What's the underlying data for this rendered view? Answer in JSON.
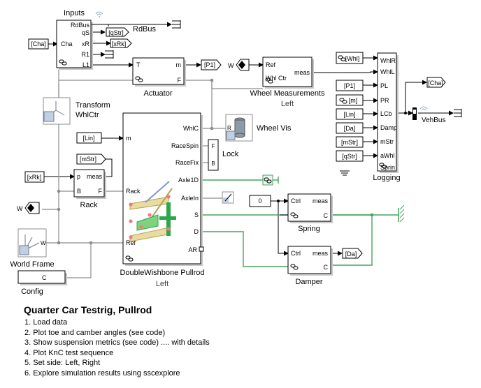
{
  "labels": {
    "inputs": "Inputs",
    "rdbus": "RdBus",
    "actuator": "Actuator",
    "wheel_meas": "Wheel Measurements",
    "wheel_meas_side": "Left",
    "logging": "Logging",
    "transform": "Transform",
    "transform2": "WhlCtr",
    "vehbus": "VehBus",
    "wheel_vis": "Wheel Vis",
    "lock": "Lock",
    "rack": "Rack",
    "world_frame": "World Frame",
    "config": "Config",
    "suspension": "DoubleWishbone Pullrod",
    "suspension_side": "Left",
    "spring": "Spring",
    "damper": "Damper"
  },
  "ports": {
    "inputs_out": [
      "RdBus",
      "qS",
      "xR",
      "R1",
      "L1"
    ],
    "inputs_in": "Cha",
    "actuator_in": "T",
    "actuator_out": [
      "m",
      "F"
    ],
    "wm_in": [
      "Ref",
      "Whl Ctr"
    ],
    "wm_out": "meas",
    "log_in": [
      "WhlR",
      "WhlL",
      "PL",
      "PR",
      "LCb",
      "Damp",
      "mStr",
      "aWhl",
      "Sprin"
    ],
    "susp_right": [
      "WhlC",
      "RaceSpin",
      "RaceFix",
      "Axle1D",
      "AxleIn",
      "S",
      "D",
      "AR"
    ],
    "susp_left": [
      "m",
      "Rack",
      "Ref"
    ],
    "rack_ports": [
      "p",
      "meas",
      "B",
      "F"
    ],
    "lock_ports": [
      "F",
      "B"
    ],
    "spring_ports": [
      "Ctrl",
      "meas",
      "C"
    ],
    "damper_ports": [
      "Ctrl",
      "meas",
      "C"
    ],
    "config_port": "C",
    "world_w": "W",
    "vis_r": "R"
  },
  "tags": {
    "cha": "[Cha]",
    "qstr": "[qStr]",
    "xrk": "[xRk]",
    "p1": "[P1]",
    "whl": "[Whl]",
    "p1b": "[P1]",
    "m": "[m]",
    "lin": "[Lin]",
    "da": "[Da]",
    "mstr": "[mStr]",
    "qstr2": "[qStr]",
    "cha_out": "[Cha]",
    "lin2": "[Lin]",
    "mstr2": "[mStr]",
    "xrk2": "[xRk]",
    "w1": "W",
    "w2": "W",
    "zero": "0",
    "da2": "[Da]"
  },
  "notes": {
    "title": "Quarter Car Testrig, Pullrod",
    "items": [
      "1. Load data",
      "2. Plot toe and camber angles  (see code)",
      "3. Show suspension metrics  (see code)  .... with details",
      "4. Plot KnC test sequence",
      "5. Set side: Left, Right",
      "6. Explore simulation results using sscexplore"
    ]
  }
}
